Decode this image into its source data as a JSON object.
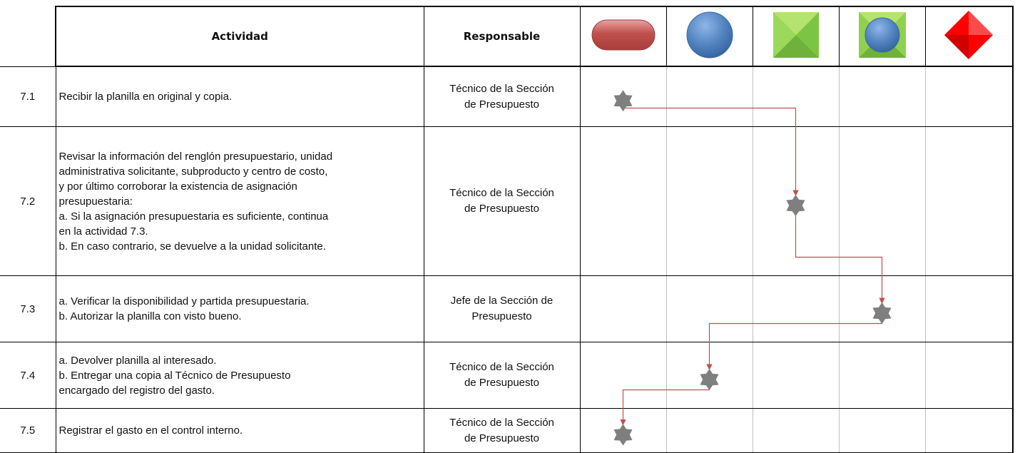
{
  "header": {
    "actividad": "Actividad",
    "responsable": "Responsable",
    "symbols": [
      {
        "icon": "terminator-pill-icon",
        "color": "#c0504d"
      },
      {
        "icon": "circle-icon",
        "color": "#4f81bd"
      },
      {
        "icon": "green-square-icon",
        "color": "#8fd14f"
      },
      {
        "icon": "green-square-blue-circle-icon",
        "color": "#8fd14f"
      },
      {
        "icon": "red-diamond-icon",
        "color": "#ff0000"
      }
    ]
  },
  "rows": [
    {
      "num": "7.1",
      "activity": [
        "Recibir la planilla en original y copia."
      ],
      "responsable": [
        "Técnico de la Sección",
        "de Presupuesto"
      ],
      "symbol_column": 1
    },
    {
      "num": "7.2",
      "activity": [
        "Revisar la información del renglón presupuestario, unidad",
        "administrativa solicitante, subproducto y centro de costo,",
        "y por último corroborar la existencia de asignación",
        "presupuestaria:",
        "a. Si la asignación presupuestaria es suficiente, continua",
        "en la actividad 7.3.",
        "b. En caso contrario, se devuelve a la unidad solicitante."
      ],
      "responsable": [
        "Técnico de la Sección",
        "de Presupuesto"
      ],
      "symbol_column": 3
    },
    {
      "num": "7.3",
      "activity": [
        "a. Verificar la disponibilidad y partida presupuestaria.",
        "b. Autorizar la planilla con visto bueno."
      ],
      "responsable": [
        "Jefe de la Sección de",
        "Presupuesto"
      ],
      "symbol_column": 4
    },
    {
      "num": "7.4",
      "activity": [
        "a. Devolver planilla al interesado.",
        "b.  Entregar  una  copia  al  Técnico  de  Presupuesto",
        "encargado del registro del gasto."
      ],
      "responsable": [
        "Técnico de la Sección",
        "de Presupuesto"
      ],
      "symbol_column": 2
    },
    {
      "num": "7.5",
      "activity": [
        "Registrar el gasto en el control interno."
      ],
      "responsable": [
        "Técnico de la Sección",
        "de Presupuesto"
      ],
      "symbol_column": 1
    }
  ],
  "colors": {
    "star": "#7f7f7f",
    "connector": "#c0504d",
    "grid": "#bfbfbf"
  }
}
